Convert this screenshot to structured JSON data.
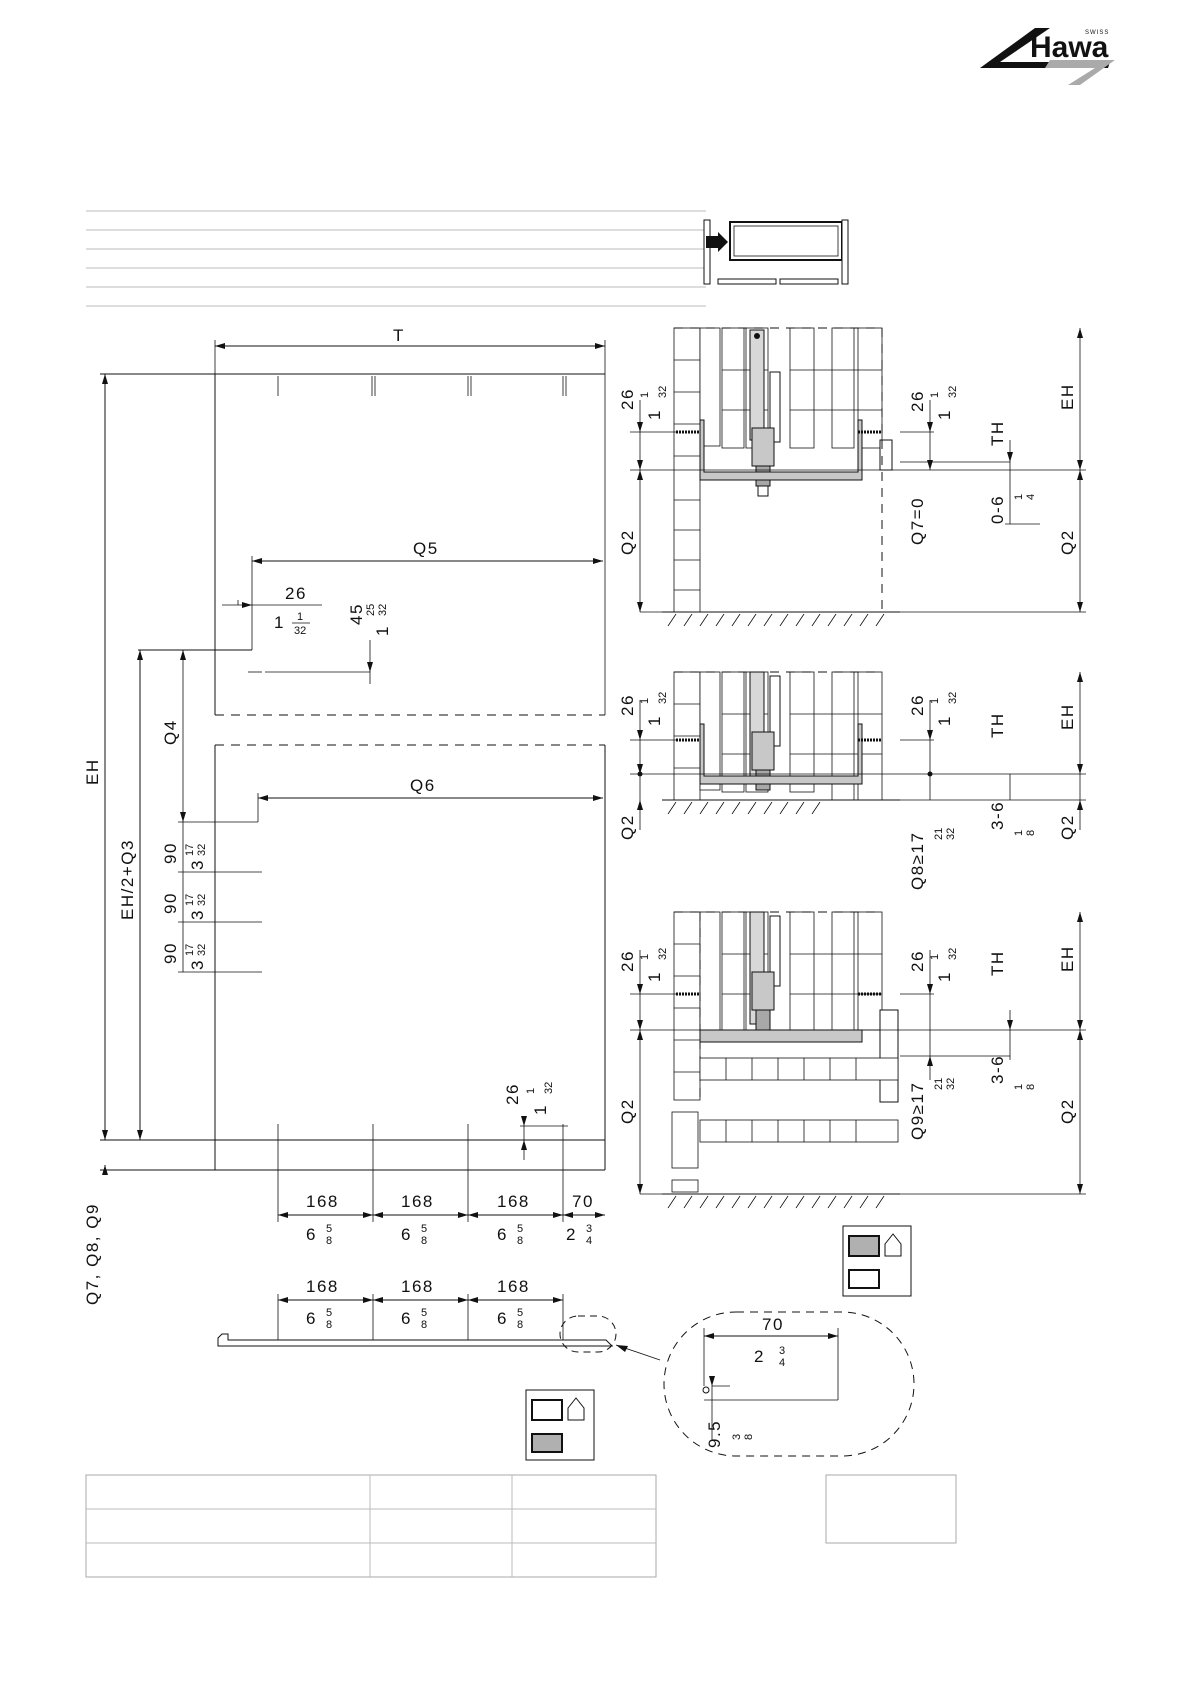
{
  "brand": {
    "name": "Hawa",
    "tag": "SWISS"
  },
  "labels": {
    "T": "T",
    "EH": "EH",
    "Q5": "Q5",
    "Q4": "Q4",
    "Q6": "Q6",
    "EH2Q3": "EH/2+Q3",
    "Q7Q8Q9": "Q7, Q8, Q9",
    "TH": "TH",
    "Q2": "Q2",
    "Q7eq0": "Q7=0",
    "Q8ge17": "Q8≥17",
    "Q9ge17": "Q9≥17",
    "r06": "0-6",
    "r36": "3-6"
  },
  "dims": {
    "d26": "26",
    "d1": "1",
    "d45": "45",
    "d90": "90",
    "d3": "3",
    "d168": "168",
    "d6": "6",
    "d70": "70",
    "d2": "2",
    "d95": "9.5",
    "f1_32": "1",
    "f32": "32",
    "f25": "25",
    "f17": "17",
    "f21": "21",
    "f5": "5",
    "f8": "8",
    "f3": "3",
    "f4": "4",
    "inch": "″"
  }
}
